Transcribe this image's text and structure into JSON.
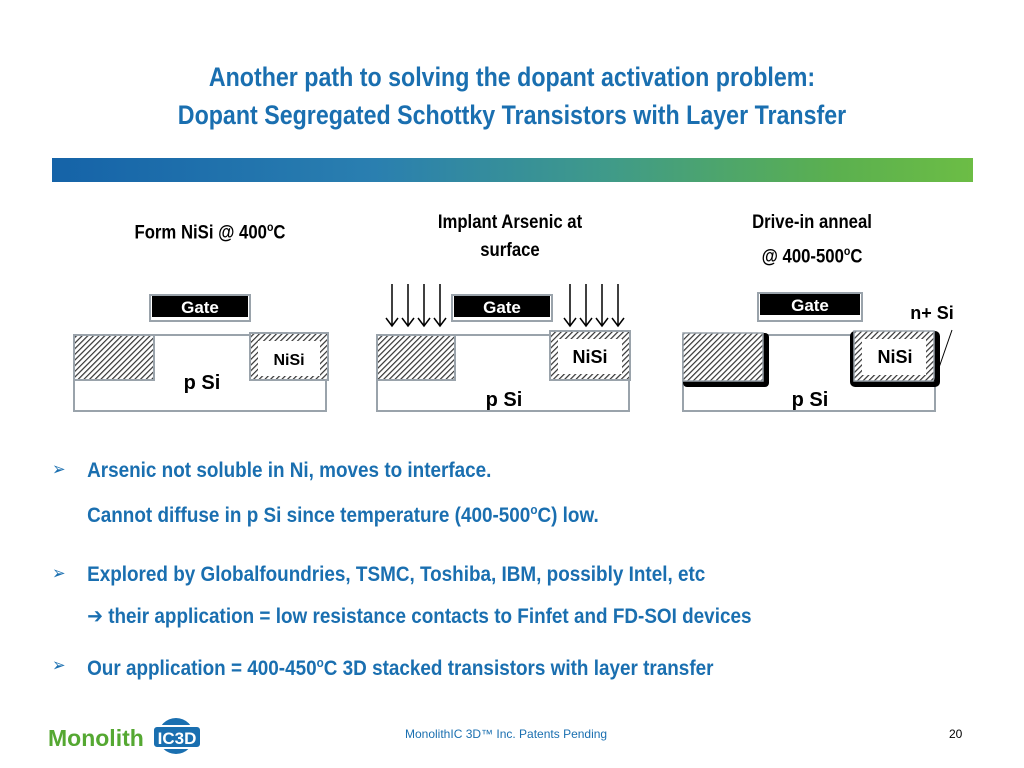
{
  "slide": {
    "title_line1": "Another path to solving the dopant activation problem:",
    "title_line2": "Dopant Segregated Schottky Transistors with Layer Transfer"
  },
  "steps": [
    {
      "label_line1": "Form NiSi @ 400",
      "label_sup": "o",
      "label_tail": "C",
      "gate": "Gate",
      "nisi": "NiSi",
      "substrate": "p Si"
    },
    {
      "label_line1": "Implant Arsenic at",
      "label_line2": "surface",
      "gate": "Gate",
      "nisi": "NiSi",
      "substrate": "p Si"
    },
    {
      "label_line1": "Drive-in anneal",
      "label_line2_pre": "@ 400-500",
      "label_sup": "o",
      "label_tail": "C",
      "gate": "Gate",
      "nisi": "NiSi",
      "substrate": "p Si",
      "callout": "n+ Si"
    }
  ],
  "bullets": [
    {
      "line1": "Arsenic not soluble in Ni, moves to interface.",
      "line2_pre": "Cannot diffuse in p Si since temperature (400-500",
      "line2_sup": "o",
      "line2_post": "C) low."
    },
    {
      "line1": "Explored by Globalfoundries, TSMC, Toshiba, IBM, possibly Intel, etc",
      "line2_arrow": "➔",
      "line2": "their application = low resistance contacts to Finfet and FD-SOI devices"
    },
    {
      "line1_pre": "Our application = 400-450",
      "line1_sup": "o",
      "line1_post": "C 3D stacked transistors with layer transfer"
    }
  ],
  "bullet_marker": "➢",
  "footer": {
    "text": "MonolithIC 3D™ Inc. Patents Pending",
    "page_number": "20",
    "logo_text": "Monolith",
    "logo_badge": "IC3D"
  },
  "colors": {
    "title": "#1a6fb0",
    "bullet_text": "#1a6fb0",
    "logo_green": "#55a832",
    "bar_start": "#1563a8",
    "bar_end": "#6cbd45"
  }
}
